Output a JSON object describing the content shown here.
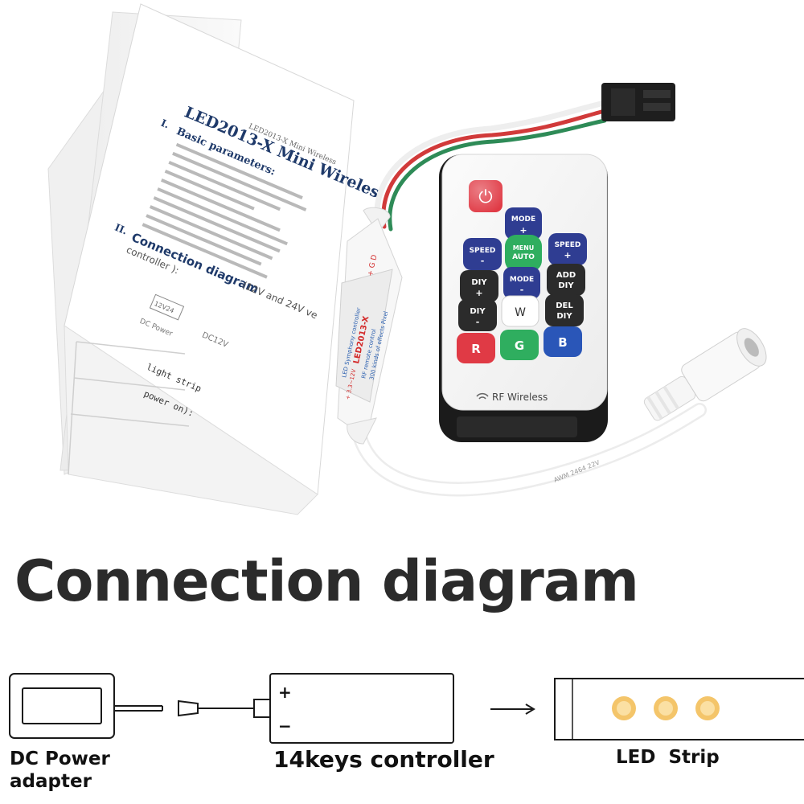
{
  "product": {
    "manual": {
      "header_line": "LED2013-X Mini Wireless",
      "title": "LED2013-X Mini Wireles",
      "section1_num": "I.",
      "section1_title": "Basic parameters:",
      "section2_num": "II.",
      "section2_title": "Connection diagram",
      "section2_suffix": "(12V and 24V ve",
      "section2_line2": "controller ):",
      "box_label": "12V24",
      "dc_label": "DC12V",
      "dc_power": "DC Power",
      "strip_text": "light strip",
      "power_on": "power on):"
    },
    "controller_label": {
      "line1": "LED Symphony controller",
      "line2": "LED2013-X",
      "line3": "RF remote control",
      "line4": "300 kinds of effects Pixel",
      "line5": "+ 3.3~12V",
      "pins": "+ G D"
    },
    "cable_print": "AWM 2464 22V",
    "remote": {
      "power_symbol": "⏻",
      "btn_mode_plus": "MODE",
      "btn_mode_plus_sign": "+",
      "btn_speed_minus": "SPEED",
      "btn_speed_minus_sign": "-",
      "btn_menu": "MENU",
      "btn_auto": "AUTO",
      "btn_speed_plus": "SPEED",
      "btn_speed_plus_sign": "+",
      "btn_diy_plus": "DIY",
      "btn_diy_plus_sign": "+",
      "btn_mode_minus": "MODE",
      "btn_mode_minus_sign": "-",
      "btn_add_diy_1": "ADD",
      "btn_add_diy_2": "DIY",
      "btn_diy_minus": "DIY",
      "btn_diy_minus_sign": "-",
      "btn_w": "W",
      "btn_del_diy_1": "DEL",
      "btn_del_diy_2": "DIY",
      "btn_r": "R",
      "btn_g": "G",
      "btn_b": "B",
      "brand": "RF Wireless"
    }
  },
  "heading": "Connection diagram",
  "diagram": {
    "plus": "+",
    "minus": "−",
    "power_label_line1": "DC Power",
    "power_label_line2": "adapter",
    "controller_label": "14keys controller",
    "strip_label": "LED  Strip"
  },
  "colors": {
    "red_button": "#e03a45",
    "green_button": "#2fae5f",
    "blue_button": "#2a56b8",
    "dark_button": "#2b2b2b",
    "navy_button": "#2f3d92",
    "led_glow": "#f4c56a"
  }
}
